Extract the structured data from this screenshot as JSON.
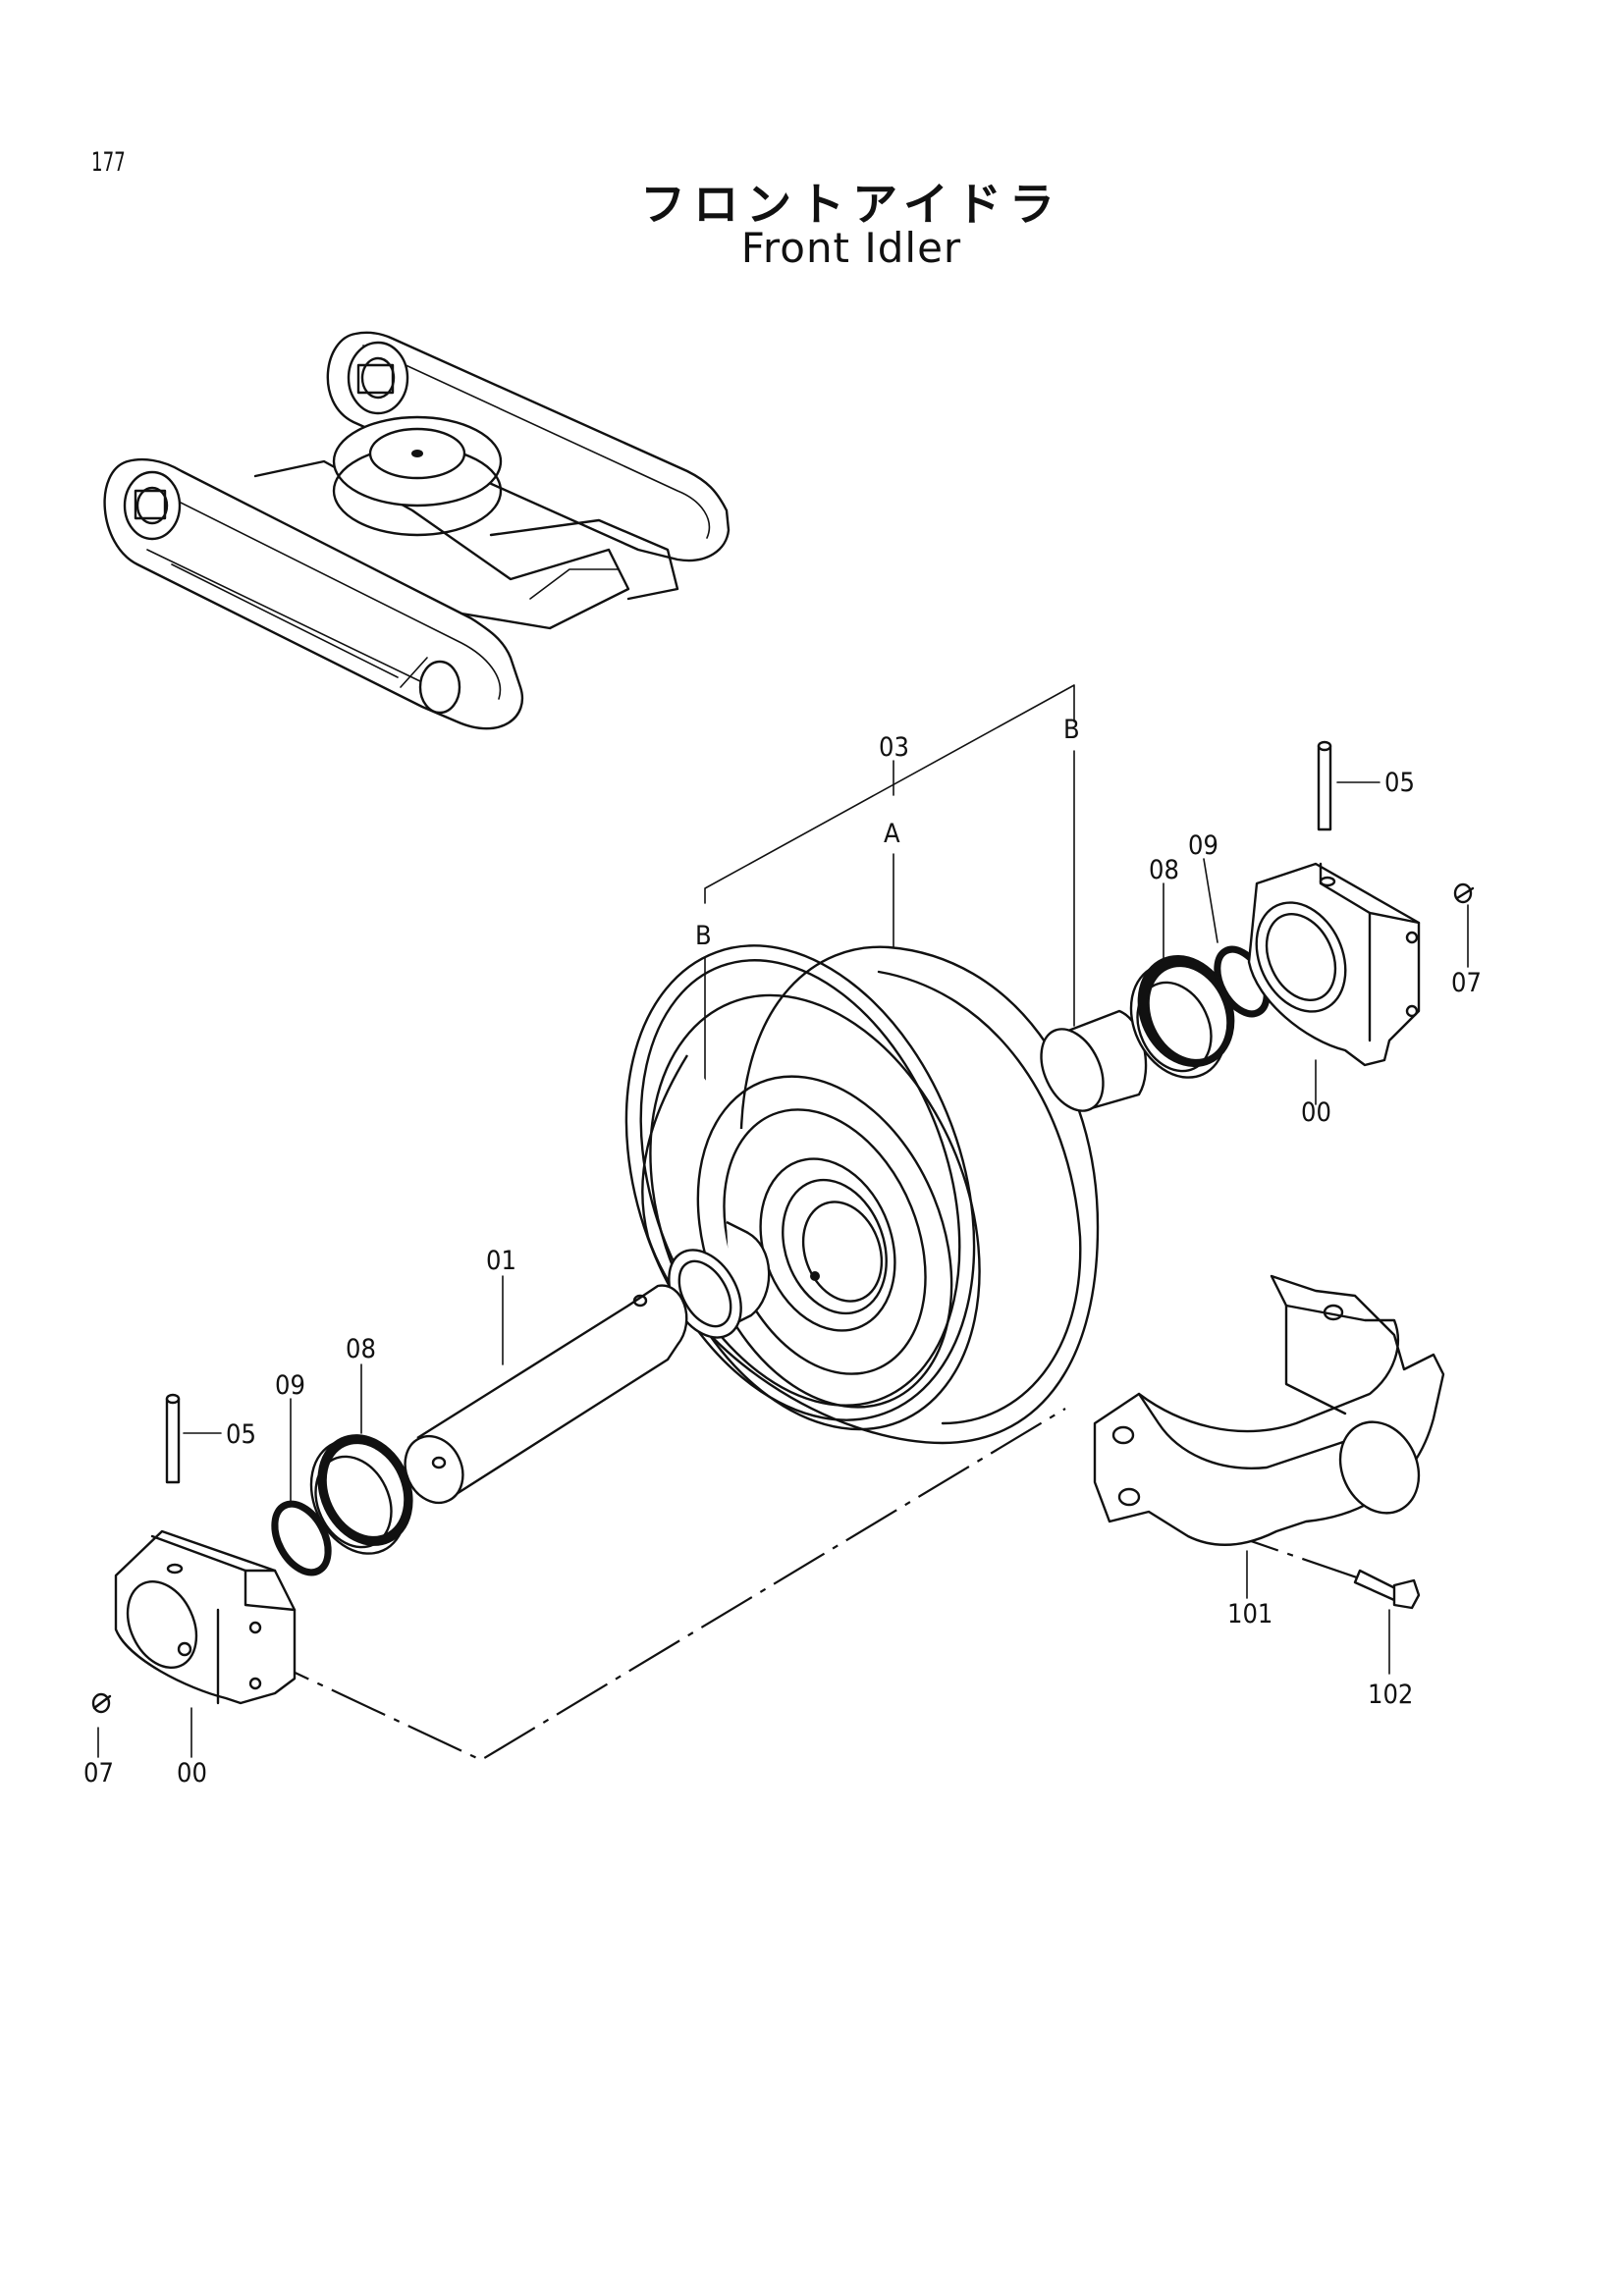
{
  "page_number": "177",
  "title_jp": "フロントアイドラ",
  "title_en": "Front Idler",
  "callouts": {
    "p03": "03",
    "pA": "A",
    "pB_left": "B",
    "pB_right": "B",
    "p05_right": "05",
    "p05_left": "05",
    "p07_right": "07",
    "p07_left": "07",
    "p08_right": "08",
    "p08_left": "08",
    "p09_right": "09",
    "p09_left": "09",
    "p00_right": "00",
    "p00_left": "00",
    "p01": "01",
    "p101": "101",
    "p102": "102"
  }
}
